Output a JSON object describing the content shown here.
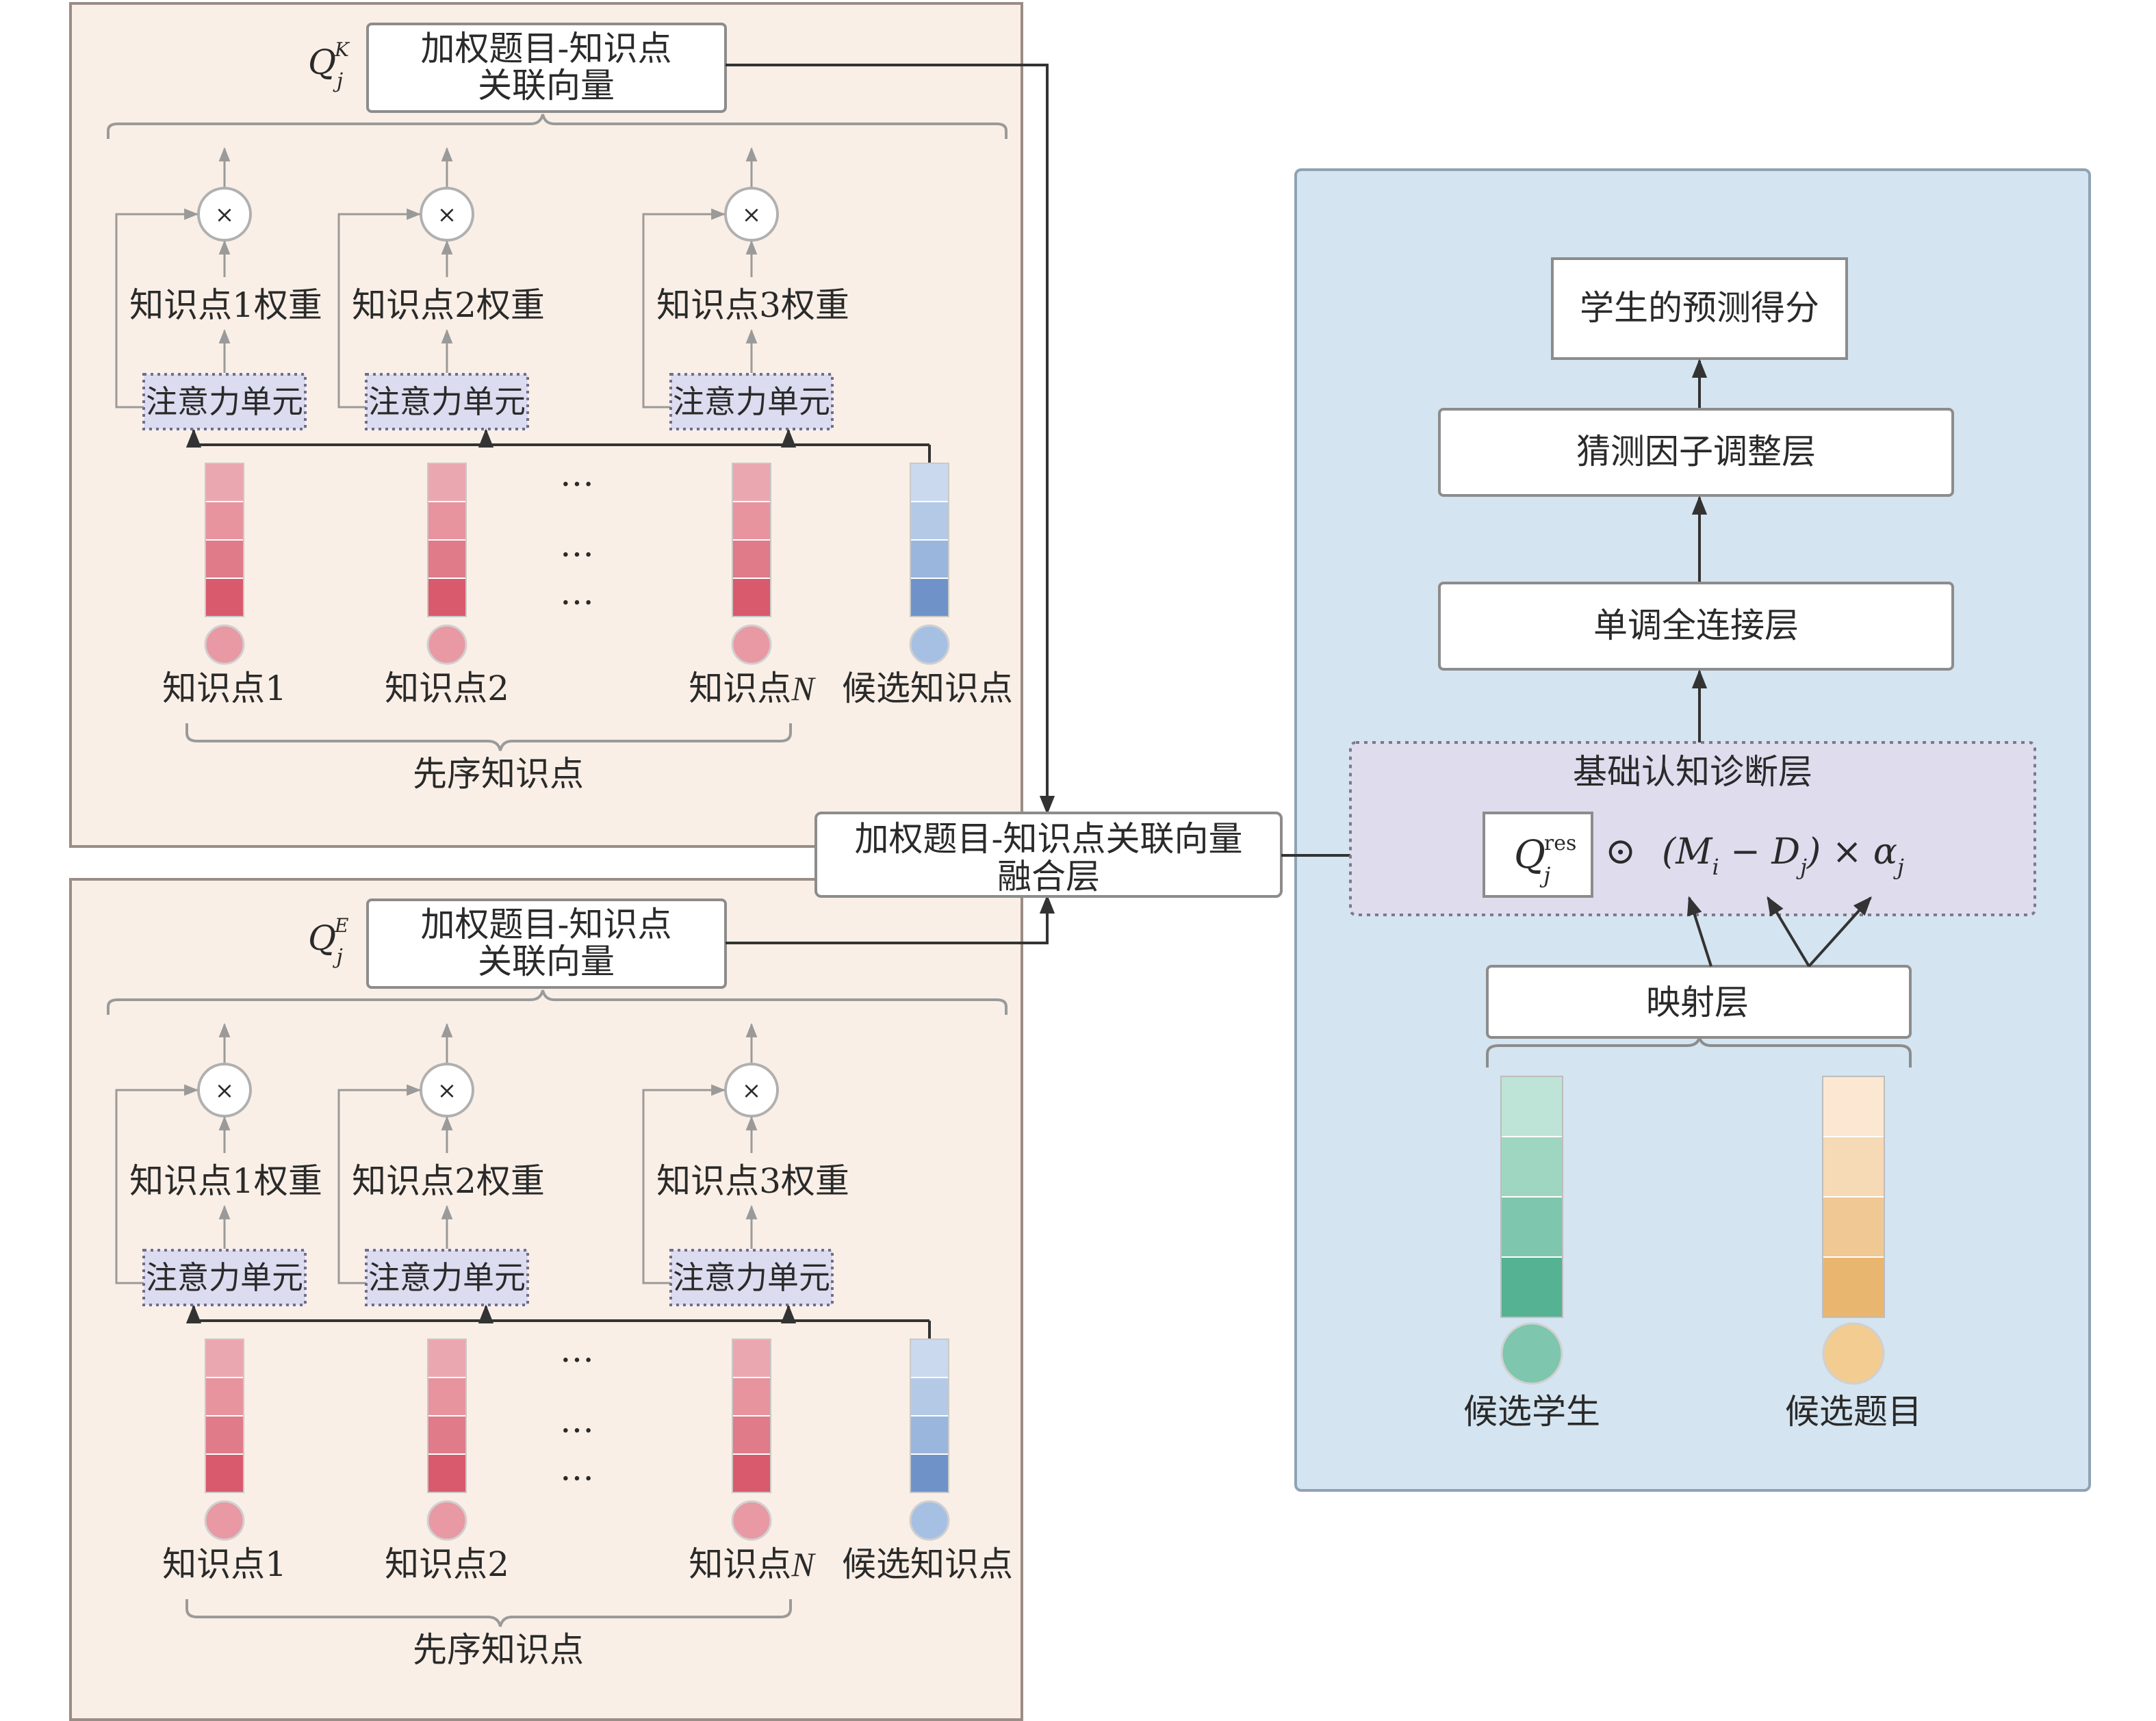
{
  "left_modules": [
    {
      "q_symbol": "Q",
      "q_sup": "K",
      "q_sub": "j",
      "top_box_line1": "加权题目-知识点",
      "top_box_line2": "关联向量",
      "weights": [
        "知识点1权重",
        "知识点2权重",
        "知识点3权重"
      ],
      "attention": [
        "注意力单元",
        "注意力单元",
        "注意力单元"
      ],
      "nodes": [
        "知识点1",
        "知识点2",
        "知识点",
        "候选知识点"
      ],
      "node_n": "N",
      "ellipsis": [
        "…",
        "…",
        "…"
      ],
      "group_label": "先序知识点"
    },
    {
      "q_symbol": "Q",
      "q_sup": "E",
      "q_sub": "j",
      "top_box_line1": "加权题目-知识点",
      "top_box_line2": "关联向量",
      "weights": [
        "知识点1权重",
        "知识点2权重",
        "知识点3权重"
      ],
      "attention": [
        "注意力单元",
        "注意力单元",
        "注意力单元"
      ],
      "nodes": [
        "知识点1",
        "知识点2",
        "知识点",
        "候选知识点"
      ],
      "node_n": "N",
      "ellipsis": [
        "…",
        "…",
        "…"
      ],
      "group_label": "先序知识点"
    }
  ],
  "multiply_symbol": "×",
  "fusion_line1": "加权题目-知识点关联向量",
  "fusion_line2": "融合层",
  "right": {
    "output": "学生的预测得分",
    "guess": "猜测因子调整层",
    "monotonic": "单调全连接层",
    "base_title": "基础认知诊断层",
    "qres_main": "Q",
    "qres_sup": "res",
    "qres_sub": "j",
    "formula_odot": "⊙",
    "formula_open": "(M",
    "formula_sub_i": "i",
    "formula_minus": " − D",
    "formula_sub_j": "j",
    "formula_close": ") × α",
    "formula_sub_j2": "j",
    "mapping": "映射层",
    "student": "候选学生",
    "item": "候选题目"
  },
  "colors": {
    "left_panel_bg": "#faefe6",
    "right_panel_bg": "#d4e4f0",
    "attention_bg": "#dcdcf0",
    "base_layer_bg": "#dfdcee",
    "pink_cells": [
      "#eba7b0",
      "#e7949f",
      "#e07b89",
      "#d95a6c"
    ],
    "pink_node": "#e899a4",
    "blue_cells": [
      "#cbd9ee",
      "#b4c9e6",
      "#9ab6dd",
      "#6f93c8"
    ],
    "blue_node": "#a6c0e4",
    "green_cells": [
      "#bde4d6",
      "#9fd6c2",
      "#7ec6ae",
      "#55b293"
    ],
    "green_node": "#7ec6ae",
    "orange_cells": [
      "#fbe7d2",
      "#f6d9b5",
      "#f0c894",
      "#e9b66f"
    ],
    "orange_node": "#f3cc92"
  }
}
